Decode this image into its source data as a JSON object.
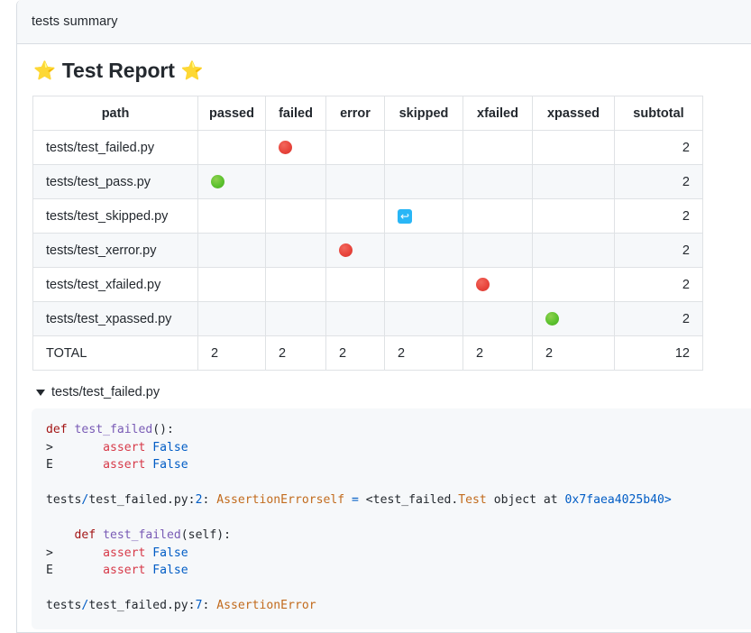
{
  "panel": {
    "header_title": "tests summary"
  },
  "report": {
    "title": "Test Report",
    "star_left": "⭐",
    "star_right": "⭐",
    "table": {
      "columns": [
        "path",
        "passed",
        "failed",
        "error",
        "skipped",
        "xfailed",
        "xpassed",
        "subtotal"
      ],
      "rows": [
        {
          "path": "tests/test_failed.py",
          "passed": "",
          "failed": "red-circle-icon",
          "error": "",
          "skipped": "",
          "xfailed": "",
          "xpassed": "",
          "subtotal": "2"
        },
        {
          "path": "tests/test_pass.py",
          "passed": "green-circle-icon",
          "failed": "",
          "error": "",
          "skipped": "",
          "xfailed": "",
          "xpassed": "",
          "subtotal": "2"
        },
        {
          "path": "tests/test_skipped.py",
          "passed": "",
          "failed": "",
          "error": "",
          "skipped": "skip-arrow-icon",
          "xfailed": "",
          "xpassed": "",
          "subtotal": "2"
        },
        {
          "path": "tests/test_xerror.py",
          "passed": "",
          "failed": "",
          "error": "red-circle-icon",
          "skipped": "",
          "xfailed": "",
          "xpassed": "",
          "subtotal": "2"
        },
        {
          "path": "tests/test_xfailed.py",
          "passed": "",
          "failed": "",
          "error": "",
          "skipped": "",
          "xfailed": "red-circle-icon",
          "xpassed": "",
          "subtotal": "2"
        },
        {
          "path": "tests/test_xpassed.py",
          "passed": "",
          "failed": "",
          "error": "",
          "skipped": "",
          "xfailed": "",
          "xpassed": "green-circle-icon",
          "subtotal": "2"
        }
      ],
      "total_row": {
        "label": "TOTAL",
        "passed": "2",
        "failed": "2",
        "error": "2",
        "skipped": "2",
        "xfailed": "2",
        "xpassed": "2",
        "subtotal": "12"
      }
    }
  },
  "details": {
    "summary": "tests/test_failed.py",
    "expanded": true,
    "code_lines": [
      [
        {
          "t": "def ",
          "c": "kw"
        },
        {
          "t": "test_failed",
          "c": "fn"
        },
        {
          "t": "():",
          "c": "plain"
        }
      ],
      [
        {
          "t": ">       ",
          "c": "plain"
        },
        {
          "t": "assert ",
          "c": "assert"
        },
        {
          "t": "False",
          "c": "bool"
        }
      ],
      [
        {
          "t": "E       ",
          "c": "plain"
        },
        {
          "t": "assert ",
          "c": "assert"
        },
        {
          "t": "False",
          "c": "bool"
        }
      ],
      [],
      [
        {
          "t": "tests",
          "c": "plain"
        },
        {
          "t": "/",
          "c": "op"
        },
        {
          "t": "test_failed.py:",
          "c": "plain"
        },
        {
          "t": "2",
          "c": "num"
        },
        {
          "t": ": ",
          "c": "plain"
        },
        {
          "t": "AssertionErrorself ",
          "c": "cls"
        },
        {
          "t": "= ",
          "c": "op"
        },
        {
          "t": "<test_failed.",
          "c": "plain"
        },
        {
          "t": "Test",
          "c": "cls"
        },
        {
          "t": " object at ",
          "c": "plain"
        },
        {
          "t": "0x7faea4025b40>",
          "c": "num"
        }
      ],
      [],
      [
        {
          "t": "    def ",
          "c": "kw"
        },
        {
          "t": "test_failed",
          "c": "fn"
        },
        {
          "t": "(self):",
          "c": "plain"
        }
      ],
      [
        {
          "t": ">       ",
          "c": "plain"
        },
        {
          "t": "assert ",
          "c": "assert"
        },
        {
          "t": "False",
          "c": "bool"
        }
      ],
      [
        {
          "t": "E       ",
          "c": "plain"
        },
        {
          "t": "assert ",
          "c": "assert"
        },
        {
          "t": "False",
          "c": "bool"
        }
      ],
      [],
      [
        {
          "t": "tests",
          "c": "plain"
        },
        {
          "t": "/",
          "c": "op"
        },
        {
          "t": "test_failed.py:",
          "c": "plain"
        },
        {
          "t": "7",
          "c": "num"
        },
        {
          "t": ": ",
          "c": "plain"
        },
        {
          "t": "AssertionError",
          "c": "cls"
        }
      ]
    ]
  },
  "colors": {
    "red_marker": "#e8453c",
    "green_marker": "#5cc22e",
    "skip_marker": "#29b6f6",
    "star": "#fbc02d",
    "panel_header_bg": "#f6f8fa",
    "code_bg": "#f6f8fa",
    "border": "#dfe2e5",
    "text": "#24292f"
  }
}
